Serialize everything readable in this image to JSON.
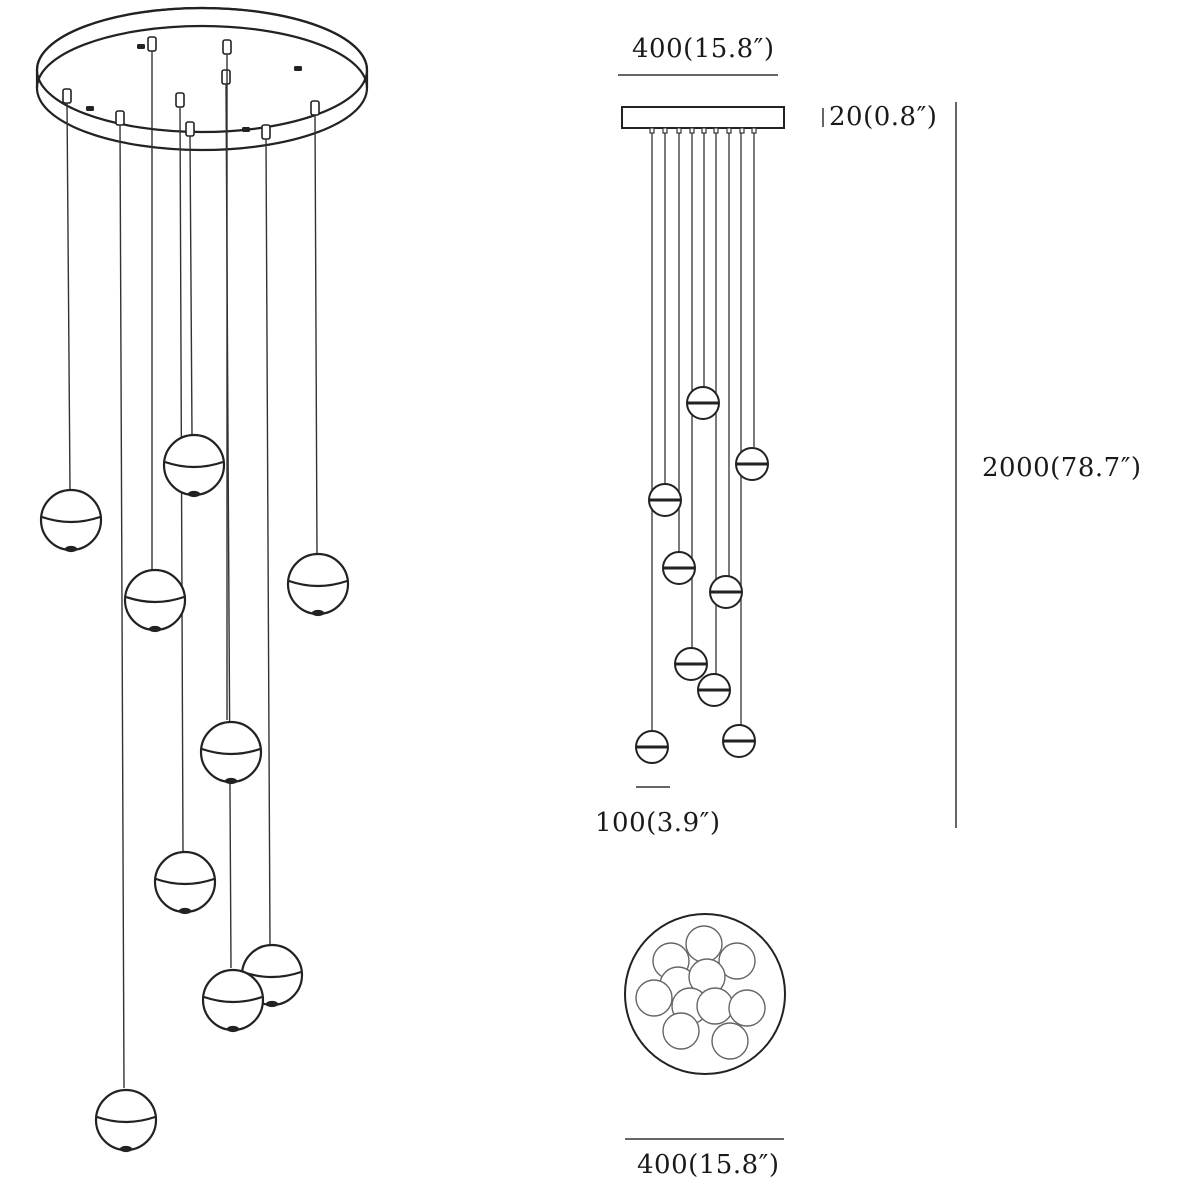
{
  "colors": {
    "line": "#222222",
    "dim_line": "#333333",
    "background": "#ffffff"
  },
  "dimensions": {
    "canopy_width": "400(15.8″)",
    "canopy_height": "20(0.8″)",
    "overall_height": "2000(78.7″)",
    "globe_diameter": "100(3.9″)",
    "top_view_diameter": "400(15.8″)"
  }
}
